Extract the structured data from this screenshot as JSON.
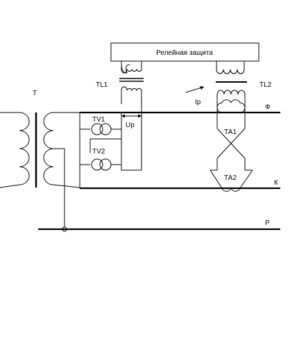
{
  "relay_box": {
    "label": "Релейная защита"
  },
  "labels": {
    "transformer": "Т",
    "tl1": "TL1",
    "tl2": "TL2",
    "tv1": "TV1",
    "tv2": "TV2",
    "ta1": "ТА1",
    "ta2": "ТА2",
    "up": "Up",
    "ip": "Ip",
    "phase": "Ф",
    "k": "К",
    "p": "Р"
  }
}
